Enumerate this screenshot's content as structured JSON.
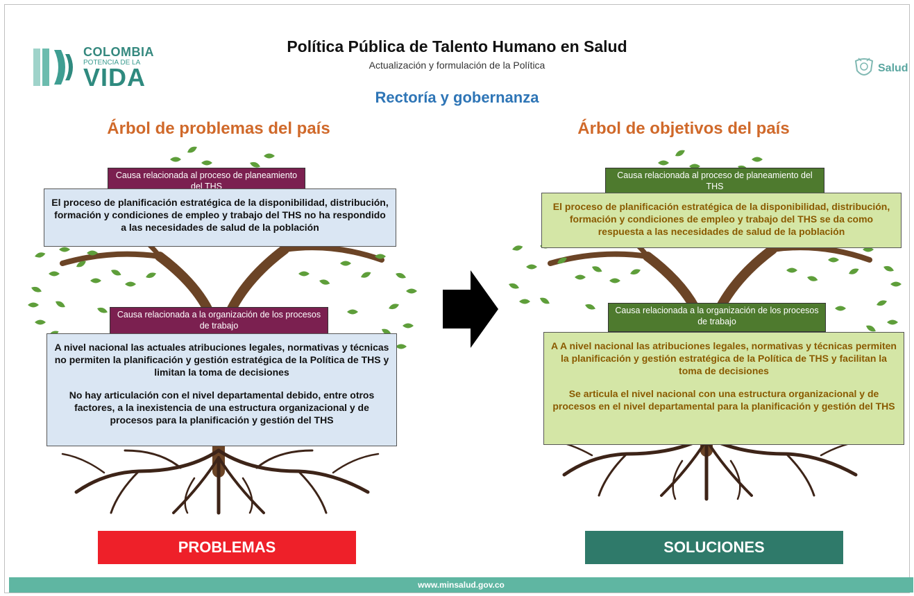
{
  "header": {
    "title": "Política Pública de Talento Humano en Salud",
    "subtitle": "Actualización y formulación de la Política",
    "section": "Rectoría y gobernanza"
  },
  "logo_left": {
    "line1": "COLOMBIA",
    "line2": "POTENCIA DE LA",
    "line3": "VIDA"
  },
  "logo_right": {
    "text": "Salud"
  },
  "left_tree": {
    "title": "Árbol de problemas del país",
    "cause1_tag": "Causa relacionada al proceso de planeamiento del THS",
    "cause1_text": "El proceso de planificación estratégica de la disponibilidad, distribución, formación y condiciones de empleo y trabajo del THS no ha respondido a las necesidades de salud de la población",
    "cause2_tag": "Causa relacionada a la organización de los procesos  de trabajo",
    "cause2_text1": "A nivel nacional las actuales atribuciones legales, normativas y técnicas no permiten la planificación y gestión estratégica de la Política de THS y limitan la toma de decisiones",
    "cause2_text2": "No hay articulación con el nivel departamental debido, entre otros factores, a la inexistencia de una estructura organizacional y de procesos para la planificación y gestión del THS",
    "label": "PROBLEMAS"
  },
  "right_tree": {
    "title": "Árbol de objetivos del país",
    "cause1_tag": "Causa relacionada al proceso de planeamiento del THS",
    "cause1_text": "El proceso de planificación estratégica de la disponibilidad, distribución, formación y condiciones de empleo y trabajo del THS se da como  respuesta a las necesidades de salud de la población",
    "cause2_tag": "Causa relacionada a la organización de los procesos  de trabajo",
    "cause2_text1": "A A nivel nacional las atribuciones legales, normativas y  técnicas permiten la planificación y  gestión estratégica de la Política de THS y facilitan la toma de decisiones",
    "cause2_text2": "Se articula el nivel nacional con una estructura organizacional y de procesos en el nivel departamental para la planificación y gestión del THS",
    "label": "SOLUCIONES"
  },
  "footer": {
    "url": "www.minsalud.gov.co"
  },
  "colors": {
    "problem_tag": "#7b2050",
    "solution_tag": "#4e7a2e",
    "problem_box": "#dae6f3",
    "solution_box": "#d4e6a6",
    "problems_label": "#ee2029",
    "solutions_label": "#2f7a6a",
    "tree_title": "#d0692a",
    "section_title": "#2e75b6",
    "footer": "#5fb6a2"
  },
  "icons": {
    "left_logo": "colombia-waves-icon",
    "right_logo": "coat-of-arms-icon",
    "arrow": "right-arrow-icon",
    "tree": "tree-icon"
  }
}
